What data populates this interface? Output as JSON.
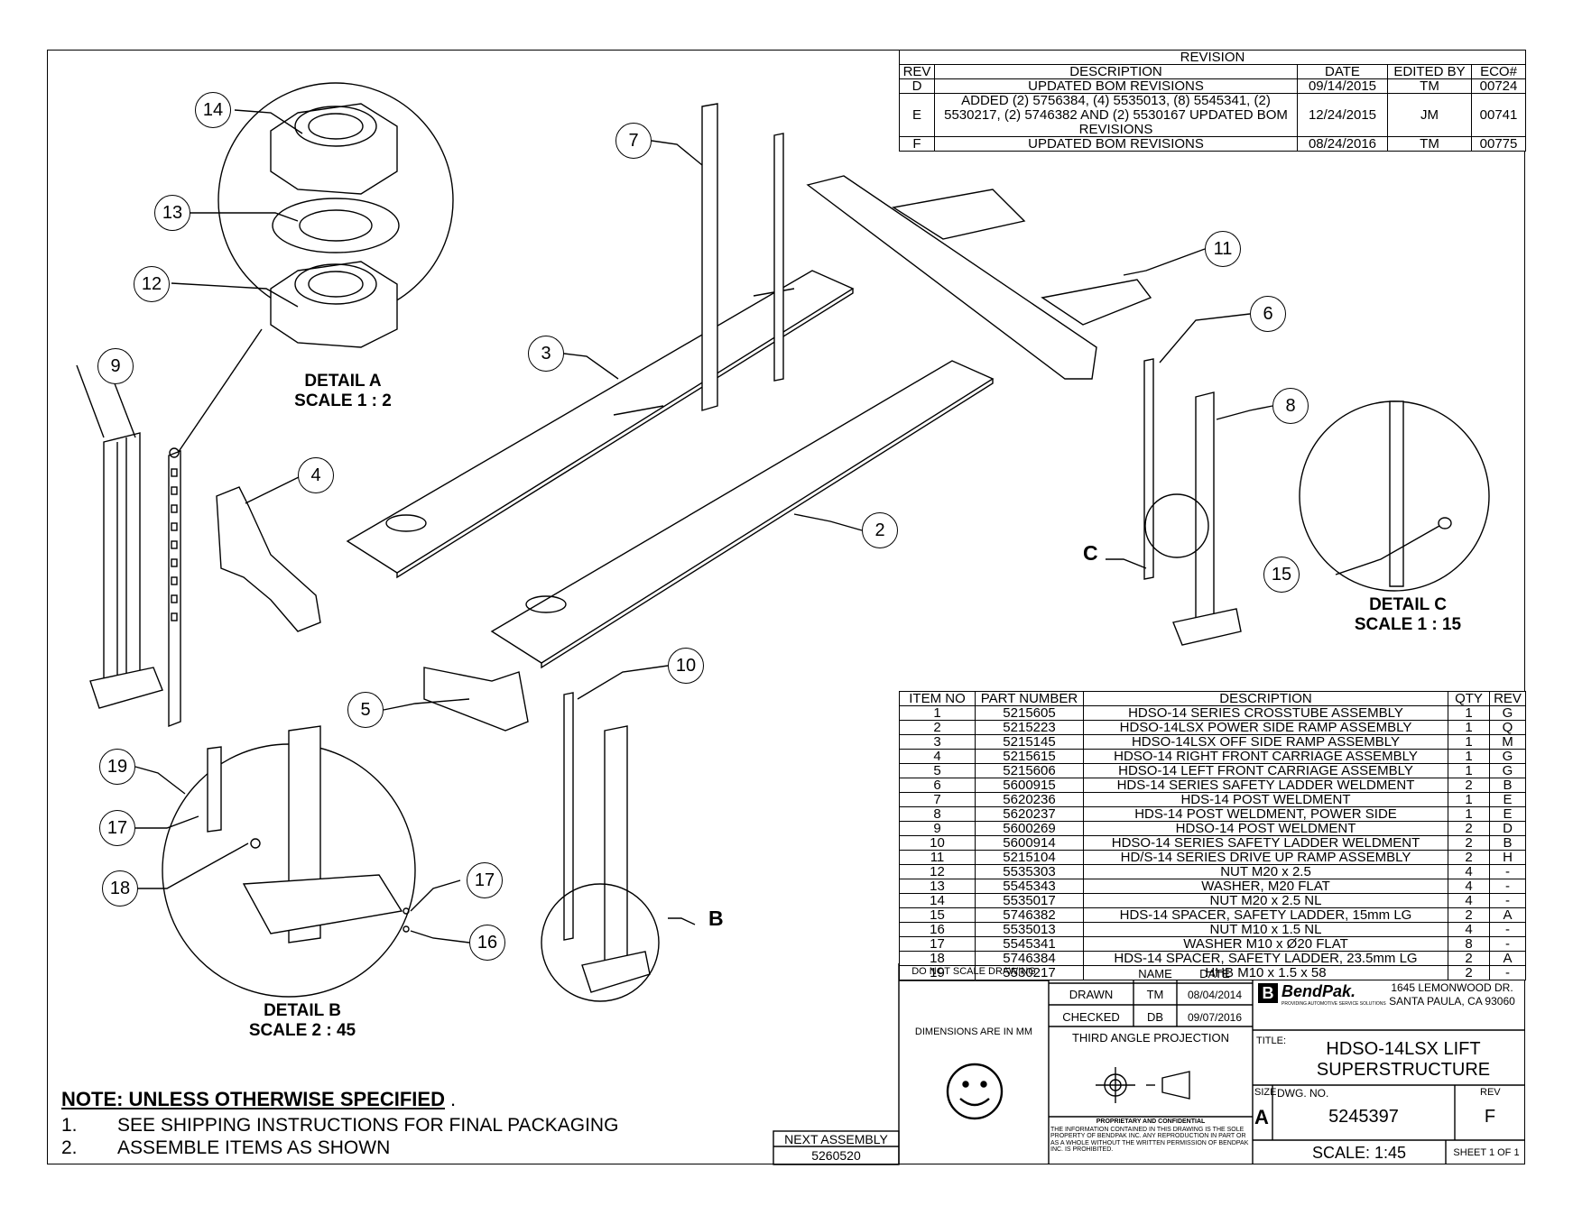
{
  "revision_block": {
    "title": "REVISION",
    "headers": [
      "REV",
      "DESCRIPTION",
      "DATE",
      "EDITED BY",
      "ECO#"
    ],
    "rows": [
      {
        "rev": "D",
        "description": "UPDATED BOM REVISIONS",
        "date": "09/14/2015",
        "edited_by": "TM",
        "eco": "00724"
      },
      {
        "rev": "E",
        "description": "ADDED (2) 5756384, (4) 5535013, (8) 5545341, (2) 5530217, (2) 5746382 AND (2) 5530167 UPDATED BOM REVISIONS",
        "date": "12/24/2015",
        "edited_by": "JM",
        "eco": "00741"
      },
      {
        "rev": "F",
        "description": "UPDATED BOM REVISIONS",
        "date": "08/24/2016",
        "edited_by": "TM",
        "eco": "00775"
      }
    ]
  },
  "bom": {
    "headers": [
      "ITEM NO",
      "PART NUMBER",
      "DESCRIPTION",
      "QTY",
      "REV"
    ],
    "rows": [
      {
        "item": "1",
        "part": "5215605",
        "desc": "HDSO-14 SERIES CROSSTUBE ASSEMBLY",
        "qty": "1",
        "rev": "G"
      },
      {
        "item": "2",
        "part": "5215223",
        "desc": "HDSO-14LSX POWER SIDE RAMP ASSEMBLY",
        "qty": "1",
        "rev": "Q"
      },
      {
        "item": "3",
        "part": "5215145",
        "desc": "HDSO-14LSX OFF SIDE RAMP ASSEMBLY",
        "qty": "1",
        "rev": "M"
      },
      {
        "item": "4",
        "part": "5215615",
        "desc": "HDSO-14 RIGHT FRONT CARRIAGE ASSEMBLY",
        "qty": "1",
        "rev": "G"
      },
      {
        "item": "5",
        "part": "5215606",
        "desc": "HDSO-14 LEFT FRONT CARRIAGE ASSEMBLY",
        "qty": "1",
        "rev": "G"
      },
      {
        "item": "6",
        "part": "5600915",
        "desc": "HDS-14 SERIES SAFETY LADDER WELDMENT",
        "qty": "2",
        "rev": "B"
      },
      {
        "item": "7",
        "part": "5620236",
        "desc": "HDS-14 POST WELDMENT",
        "qty": "1",
        "rev": "E"
      },
      {
        "item": "8",
        "part": "5620237",
        "desc": "HDS-14 POST WELDMENT, POWER SIDE",
        "qty": "1",
        "rev": "E"
      },
      {
        "item": "9",
        "part": "5600269",
        "desc": "HDSO-14 POST WELDMENT",
        "qty": "2",
        "rev": "D"
      },
      {
        "item": "10",
        "part": "5600914",
        "desc": "HDSO-14 SERIES SAFETY LADDER WELDMENT",
        "qty": "2",
        "rev": "B"
      },
      {
        "item": "11",
        "part": "5215104",
        "desc": "HD/S-14 SERIES DRIVE UP RAMP ASSEMBLY",
        "qty": "2",
        "rev": "H"
      },
      {
        "item": "12",
        "part": "5535303",
        "desc": "NUT M20 x 2.5",
        "qty": "4",
        "rev": "-"
      },
      {
        "item": "13",
        "part": "5545343",
        "desc": "WASHER, M20 FLAT",
        "qty": "4",
        "rev": "-"
      },
      {
        "item": "14",
        "part": "5535017",
        "desc": "NUT M20 x 2.5 NL",
        "qty": "4",
        "rev": "-"
      },
      {
        "item": "15",
        "part": "5746382",
        "desc": "HDS-14 SPACER, SAFETY LADDER, 15mm LG",
        "qty": "2",
        "rev": "A"
      },
      {
        "item": "16",
        "part": "5535013",
        "desc": "NUT M10 x 1.5 NL",
        "qty": "4",
        "rev": "-"
      },
      {
        "item": "17",
        "part": "5545341",
        "desc": "WASHER M10 x Ø20 FLAT",
        "qty": "8",
        "rev": "-"
      },
      {
        "item": "18",
        "part": "5746384",
        "desc": "HDS-14 SPACER, SAFETY LADDER, 23.5mm LG",
        "qty": "2",
        "rev": "A"
      },
      {
        "item": "19",
        "part": "5530217",
        "desc": "HHB M10 x 1.5 x 58",
        "qty": "2",
        "rev": "-"
      }
    ]
  },
  "title_block": {
    "do_not_scale": "DO NOT SCALE DRAWING",
    "dimensions_note": "DIMENSIONS ARE IN MM",
    "name_header": "NAME",
    "date_header": "DATE",
    "drawn_label": "DRAWN",
    "drawn_name": "TM",
    "drawn_date": "08/04/2014",
    "checked_label": "CHECKED",
    "checked_name": "DB",
    "checked_date": "09/07/2016",
    "projection": "THIRD ANGLE PROJECTION",
    "company_logo": "BendPak.",
    "company_tagline": "PROVIDING AUTOMOTIVE SERVICE SOLUTIONS",
    "address_line1": "1645 LEMONWOOD DR.",
    "address_line2": "SANTA PAULA, CA 93060",
    "title_label": "TITLE:",
    "title_line1": "HDSO-14LSX LIFT",
    "title_line2": "SUPERSTRUCTURE",
    "size_label": "SIZE",
    "size_value": "A",
    "dwg_no_label": "DWG. NO.",
    "dwg_no": "5245397",
    "rev_label": "REV",
    "rev_value": "F",
    "scale": "SCALE: 1:45",
    "sheet": "SHEET 1 OF 1",
    "proprietary_title": "PROPRIETARY AND CONFIDENTIAL",
    "proprietary_text": "THE INFORMATION CONTAINED IN THIS DRAWING IS THE SOLE PROPERTY OF BENDPAK INC. ANY REPRODUCTION IN PART OR AS A WHOLE WITHOUT THE WRITTEN PERMISSION OF BENDPAK INC. IS PROHIBITED."
  },
  "next_assembly": {
    "label": "NEXT ASSEMBLY",
    "value": "5260520"
  },
  "notes": {
    "heading": "NOTE: UNLESS OTHERWISE SPECIFIED",
    "items": [
      {
        "num": "1.",
        "text": "SEE SHIPPING INSTRUCTIONS FOR FINAL PACKAGING"
      },
      {
        "num": "2.",
        "text": "ASSEMBLE ITEMS AS SHOWN"
      }
    ]
  },
  "details": {
    "a_name": "DETAIL A",
    "a_scale": "SCALE 1 : 2",
    "b_name": "DETAIL B",
    "b_scale": "SCALE 2 : 45",
    "c_name": "DETAIL C",
    "c_scale": "SCALE 1 : 15",
    "b_letter": "B",
    "c_letter": "C"
  },
  "callouts": [
    "14",
    "13",
    "12",
    "9",
    "4",
    "7",
    "3",
    "11",
    "6",
    "8",
    "2",
    "15",
    "5",
    "10",
    "19",
    "17",
    "18",
    "17",
    "16"
  ]
}
